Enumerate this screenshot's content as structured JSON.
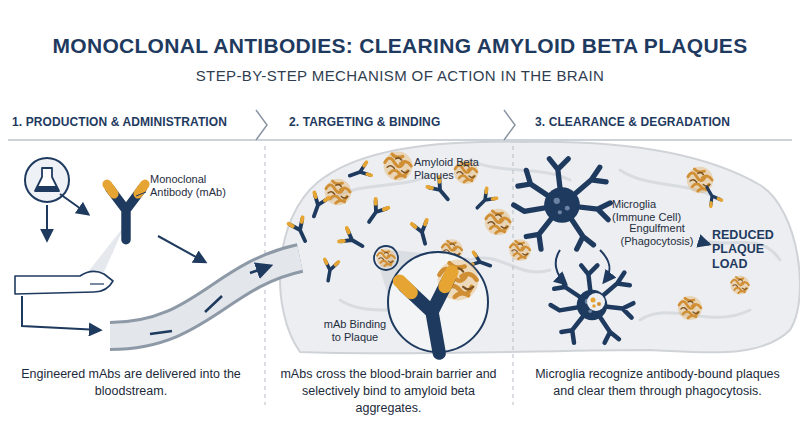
{
  "diagram": {
    "title": "MONOCLONAL ANTIBODIES: CLEARING AMYLOID BETA PLAQUES",
    "nodes": [
      {
        "text": [
          "1. PRODUCTION & ADMINISTRATION",
          "Engineered mAbs are delivered into the bloodstream."
        ]
      },
      {
        "text": [
          "2. TARGETING & BINDING",
          "mAbs cross the blood-brain barrier and selectively bind to amyloid beta aggregates."
        ]
      },
      {
        "text": [
          "3. CLEARANCE & DEGRADATION",
          "Microglia recognize antibody-bound plaques and clear them through phagocytosis."
        ]
      },
      {
        "text": [
          "Engulfment (Phagocytosis)"
        ],
        "in": 2
      },
      {
        "text": [
          "REDUCED PLAQUE LOAD"
        ],
        "in": 2
      }
    ],
    "edges": [
      {
        "from": 3,
        "to": 4,
        "arrow": "to"
      }
    ],
    "labels": [
      "STEP-BY-STEP MECHANISM OF ACTION IN THE BRAIN",
      "Monoclonal Antibody (mAb)",
      "Amyloid Beta Plaques",
      "mAb Binding to Plaque",
      "Microglia (Immune Cell)"
    ]
  }
}
